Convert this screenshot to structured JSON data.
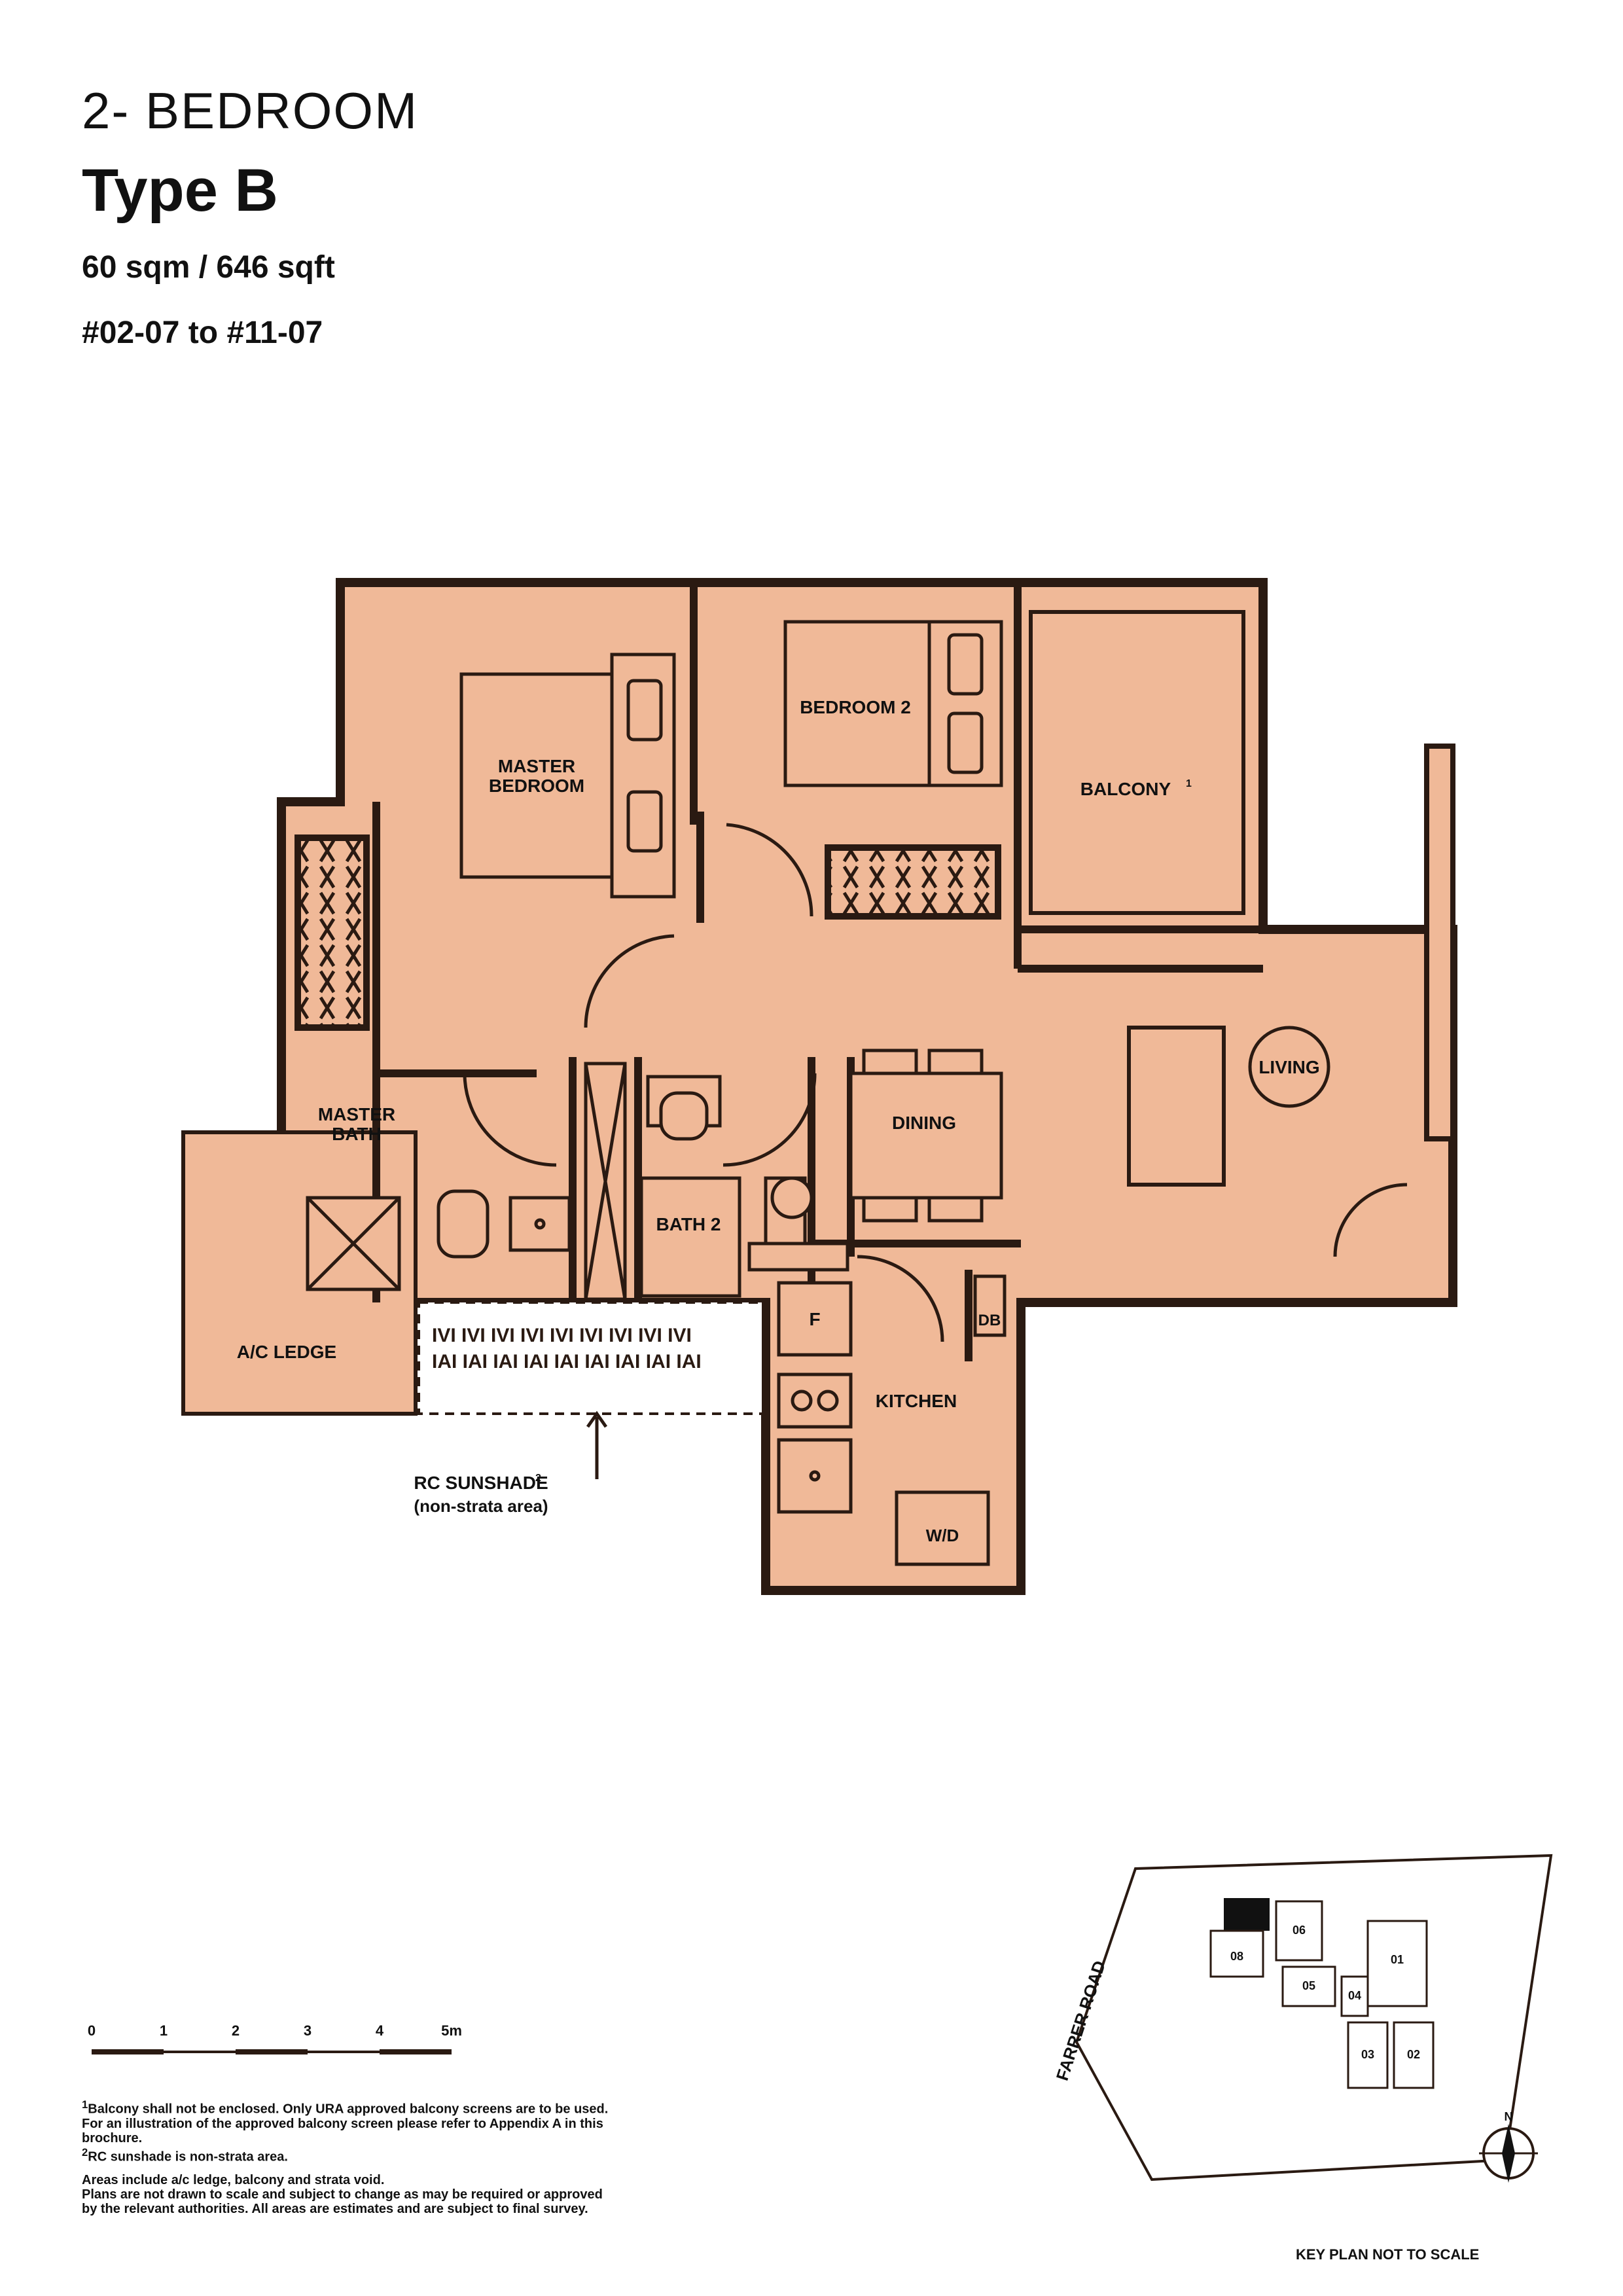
{
  "header": {
    "unit_type": "2- BEDROOM",
    "model": "Type B",
    "area": "60 sqm / 646 sqft",
    "units": "#02-07 to #11-07"
  },
  "rooms": {
    "master_bedroom_l1": "MASTER",
    "master_bedroom_l2": "BEDROOM",
    "bedroom2": "BEDROOM 2",
    "balcony": "BALCONY",
    "balcony_sup": "1",
    "living": "LIVING",
    "dining": "DINING",
    "master_bath_l1": "MASTER",
    "master_bath_l2": "BATH",
    "bath2": "BATH 2",
    "kitchen": "KITCHEN",
    "fridge": "F",
    "db": "DB",
    "wd": "W/D",
    "ac_ledge": "A/C LEDGE",
    "sunshade_l1": "RC SUNSHADE",
    "sunshade_sup": "2",
    "sunshade_l2": "(non-strata area)"
  },
  "scale_bar": {
    "ticks": [
      "0",
      "1",
      "2",
      "3",
      "4",
      "5m"
    ]
  },
  "key_plan": {
    "road": "FARRER ROAD",
    "blocks": [
      "08",
      "06",
      "05",
      "04",
      "01",
      "03",
      "02"
    ],
    "north": "N",
    "caption": "KEY PLAN NOT TO SCALE"
  },
  "notes": {
    "note1_l1": "Balcony shall not be enclosed. Only URA approved balcony screens are to be used.",
    "note1_l2": "For an illustration of the approved balcony screen please refer to Appendix A in this",
    "note1_l3": "brochure.",
    "note2": "RC sunshade is non-strata area.",
    "general_l1": "Areas include a/c ledge, balcony and strata void.",
    "general_l2": "Plans are not drawn to scale and subject to change as may be required or approved",
    "general_l3": "by the relevant authorities. All areas are estimates and are subject to final survey."
  },
  "colors": {
    "floor": "#f0b998",
    "wall": "#2a1a12",
    "ledge": "#f0b998"
  }
}
